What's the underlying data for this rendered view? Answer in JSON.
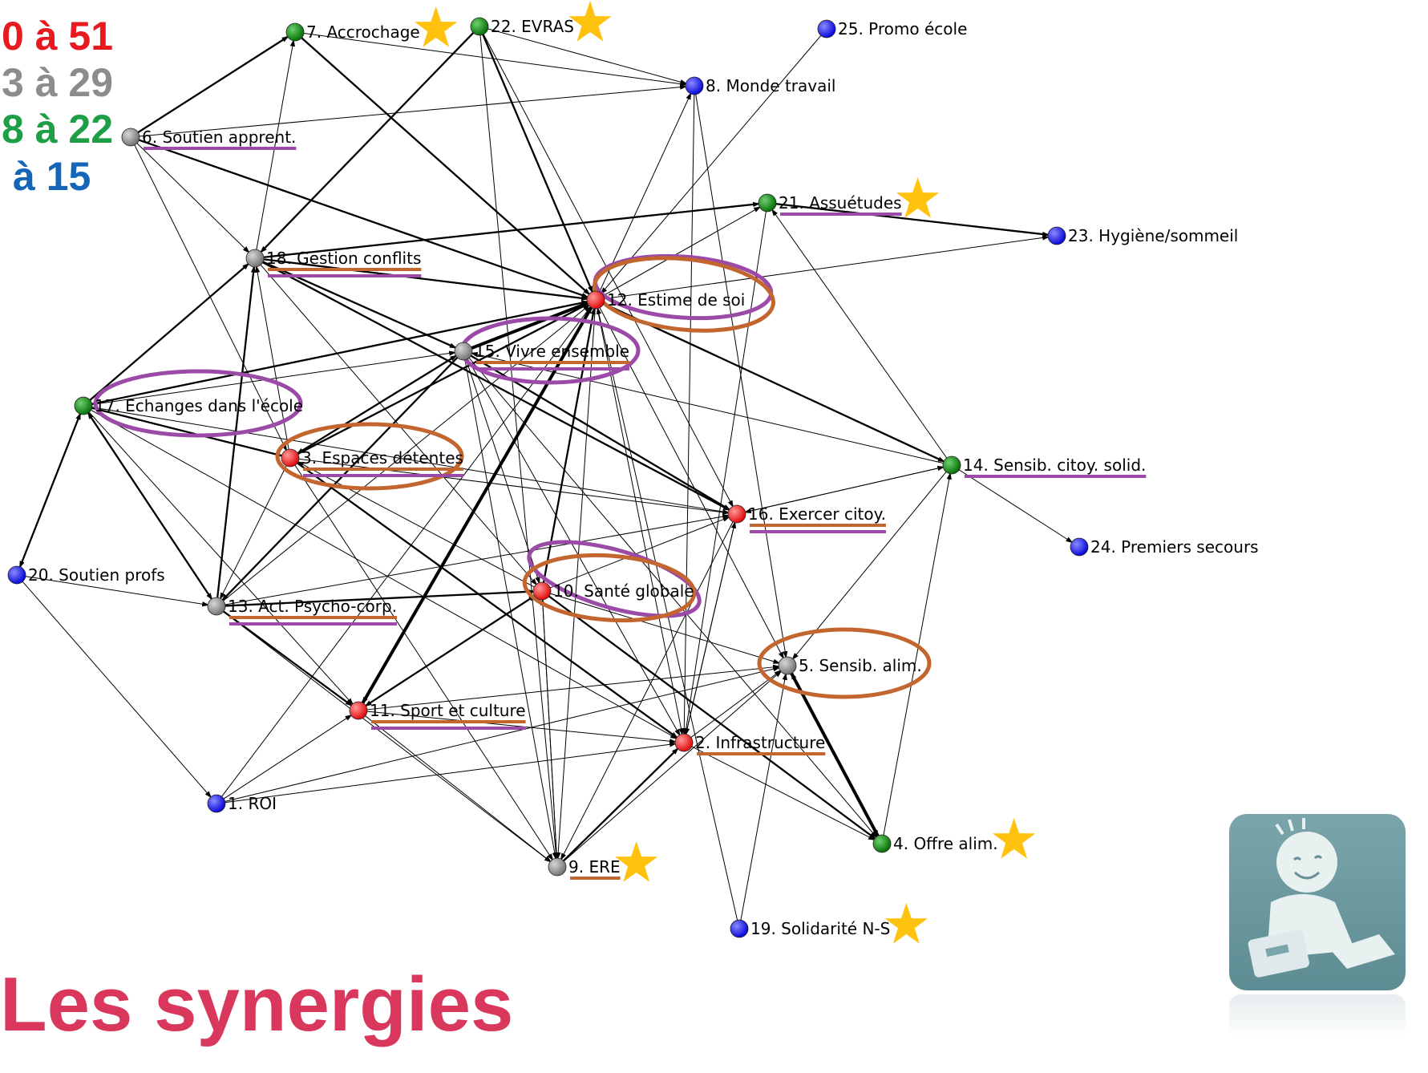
{
  "title": "Les synergies",
  "legend": [
    {
      "text": "0 à 51",
      "color": "#e8191f"
    },
    {
      "text": "3 à 29",
      "color": "#8c8c8c"
    },
    {
      "text": "8 à 22",
      "color": "#1f9f45"
    },
    {
      "text": "à 15",
      "color": "#1565b8"
    }
  ],
  "colors": {
    "red": "#ff0000",
    "gray": "#808080",
    "green": "#008000",
    "blue": "#0000ff",
    "purple": "#9b4aa8",
    "brown": "#c2652f",
    "star": "#ffc20e",
    "title": "#d9375b"
  },
  "nodes": [
    {
      "id": 1,
      "label": "1. ROI",
      "color": "blue"
    },
    {
      "id": 2,
      "label": "2. Infrastructure",
      "color": "red"
    },
    {
      "id": 3,
      "label": "3. Espaces détentes",
      "color": "red"
    },
    {
      "id": 4,
      "label": "4. Offre alim.",
      "color": "green"
    },
    {
      "id": 5,
      "label": "5. Sensib. alim.",
      "color": "gray"
    },
    {
      "id": 6,
      "label": "6. Soutien apprent.",
      "color": "gray"
    },
    {
      "id": 7,
      "label": "7. Accrochage",
      "color": "green"
    },
    {
      "id": 8,
      "label": "8. Monde travail",
      "color": "blue"
    },
    {
      "id": 9,
      "label": "9. ERE",
      "color": "gray"
    },
    {
      "id": 10,
      "label": "10. Santé globale",
      "color": "red"
    },
    {
      "id": 11,
      "label": "11. Sport et culture",
      "color": "red"
    },
    {
      "id": 12,
      "label": "12. Estime de soi",
      "color": "red"
    },
    {
      "id": 13,
      "label": "13. Act. Psycho-corp.",
      "color": "gray"
    },
    {
      "id": 14,
      "label": "14. Sensib. citoy. solid.",
      "color": "green"
    },
    {
      "id": 15,
      "label": "15. Vivre ensemble",
      "color": "gray"
    },
    {
      "id": 16,
      "label": "16. Exercer citoy.",
      "color": "red"
    },
    {
      "id": 17,
      "label": "17. Echanges dans l'école",
      "color": "green"
    },
    {
      "id": 18,
      "label": "18. Gestion conflits",
      "color": "gray"
    },
    {
      "id": 19,
      "label": "19. Solidarité N-S",
      "color": "blue"
    },
    {
      "id": 20,
      "label": "20. Soutien profs",
      "color": "blue"
    },
    {
      "id": 21,
      "label": "21. Assuétudes",
      "color": "green"
    },
    {
      "id": 22,
      "label": "22. EVRAS",
      "color": "green"
    },
    {
      "id": 23,
      "label": "23. Hygiène/sommeil",
      "color": "blue"
    },
    {
      "id": 24,
      "label": "24. Premiers secours",
      "color": "blue"
    },
    {
      "id": 25,
      "label": "25. Promo école",
      "color": "blue"
    }
  ],
  "edges": [
    [
      6,
      7,
      2
    ],
    [
      6,
      12,
      2
    ],
    [
      6,
      8,
      1
    ],
    [
      6,
      18,
      1
    ],
    [
      6,
      3,
      1
    ],
    [
      7,
      8,
      1
    ],
    [
      7,
      12,
      2
    ],
    [
      22,
      8,
      1
    ],
    [
      22,
      18,
      2
    ],
    [
      22,
      12,
      2
    ],
    [
      22,
      9,
      1
    ],
    [
      22,
      16,
      1
    ],
    [
      25,
      12,
      1
    ],
    [
      8,
      2,
      1
    ],
    [
      8,
      5,
      1
    ],
    [
      21,
      23,
      2
    ],
    [
      21,
      2,
      1
    ],
    [
      18,
      21,
      2
    ],
    [
      18,
      12,
      2
    ],
    [
      18,
      15,
      2
    ],
    [
      18,
      16,
      2
    ],
    [
      18,
      7,
      1
    ],
    [
      18,
      10,
      1
    ],
    [
      12,
      23,
      1
    ],
    [
      12,
      14,
      2
    ],
    [
      12,
      8,
      1
    ],
    [
      12,
      21,
      1
    ],
    [
      12,
      11,
      3
    ],
    [
      12,
      2,
      1
    ],
    [
      12,
      5,
      1
    ],
    [
      12,
      9,
      1
    ],
    [
      15,
      12,
      3
    ],
    [
      15,
      3,
      2
    ],
    [
      15,
      13,
      2
    ],
    [
      15,
      16,
      2
    ],
    [
      15,
      10,
      1
    ],
    [
      15,
      4,
      1
    ],
    [
      15,
      2,
      1
    ],
    [
      15,
      9,
      1
    ],
    [
      17,
      18,
      2
    ],
    [
      17,
      12,
      2
    ],
    [
      17,
      3,
      2
    ],
    [
      17,
      20,
      2
    ],
    [
      17,
      13,
      2
    ],
    [
      17,
      11,
      1
    ],
    [
      17,
      2,
      1
    ],
    [
      17,
      15,
      1
    ],
    [
      17,
      16,
      1
    ],
    [
      3,
      12,
      2
    ],
    [
      3,
      2,
      2
    ],
    [
      3,
      16,
      1
    ],
    [
      3,
      15,
      1
    ],
    [
      3,
      13,
      1
    ],
    [
      3,
      9,
      1
    ],
    [
      3,
      18,
      1
    ],
    [
      14,
      24,
      1
    ],
    [
      14,
      21,
      1
    ],
    [
      14,
      16,
      1
    ],
    [
      14,
      5,
      1
    ],
    [
      14,
      15,
      1
    ],
    [
      16,
      14,
      1
    ],
    [
      16,
      2,
      1
    ],
    [
      16,
      9,
      1
    ],
    [
      20,
      13,
      1
    ],
    [
      20,
      1,
      1
    ],
    [
      20,
      17,
      1
    ],
    [
      13,
      18,
      2
    ],
    [
      13,
      11,
      2
    ],
    [
      13,
      12,
      1
    ],
    [
      13,
      10,
      2
    ],
    [
      13,
      16,
      1
    ],
    [
      13,
      17,
      1
    ],
    [
      13,
      9,
      1
    ],
    [
      10,
      16,
      1
    ],
    [
      10,
      4,
      2
    ],
    [
      10,
      5,
      1
    ],
    [
      10,
      11,
      2
    ],
    [
      10,
      9,
      1
    ],
    [
      10,
      12,
      2
    ],
    [
      10,
      3,
      1
    ],
    [
      11,
      12,
      2
    ],
    [
      11,
      10,
      1
    ],
    [
      11,
      9,
      1
    ],
    [
      11,
      2,
      1
    ],
    [
      11,
      5,
      1
    ],
    [
      5,
      4,
      3
    ],
    [
      1,
      2,
      1
    ],
    [
      1,
      5,
      1
    ],
    [
      1,
      11,
      1
    ],
    [
      1,
      12,
      1
    ],
    [
      9,
      2,
      2
    ],
    [
      9,
      5,
      1
    ],
    [
      9,
      10,
      1
    ],
    [
      2,
      5,
      1
    ],
    [
      2,
      16,
      1
    ],
    [
      2,
      4,
      1
    ],
    [
      19,
      5,
      1
    ],
    [
      19,
      12,
      1
    ],
    [
      4,
      5,
      1
    ],
    [
      4,
      14,
      1
    ]
  ],
  "stars": [
    7,
    22,
    21,
    9,
    4,
    19
  ],
  "underlines": {
    "purple": [
      6,
      21,
      18,
      15,
      3,
      16,
      13,
      11,
      14
    ],
    "brown": [
      18,
      3,
      15,
      16,
      13,
      11,
      2,
      9
    ]
  },
  "ovals": {
    "purple": [
      12,
      15,
      17,
      10
    ],
    "brown": [
      12,
      3,
      10,
      5
    ]
  }
}
